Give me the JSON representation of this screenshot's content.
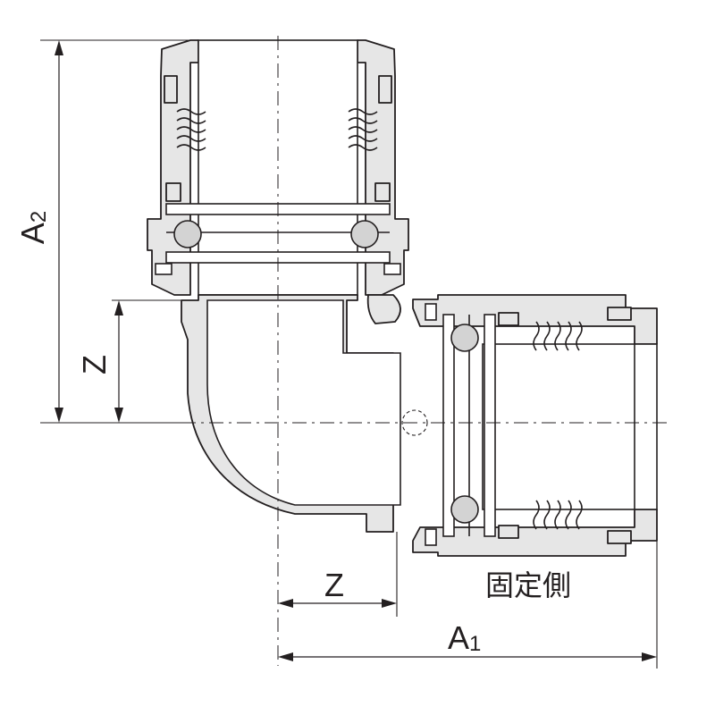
{
  "dimensions": {
    "a2": {
      "letter": "A",
      "sub": "2"
    },
    "z_vertical": "Z",
    "z_horizontal": "Z",
    "a1": {
      "letter": "A",
      "sub": "1"
    }
  },
  "fixed_side_label": "固定側",
  "colors": {
    "line": "#231f20",
    "part_fill": "#e6e6e6",
    "background": "#ffffff"
  }
}
